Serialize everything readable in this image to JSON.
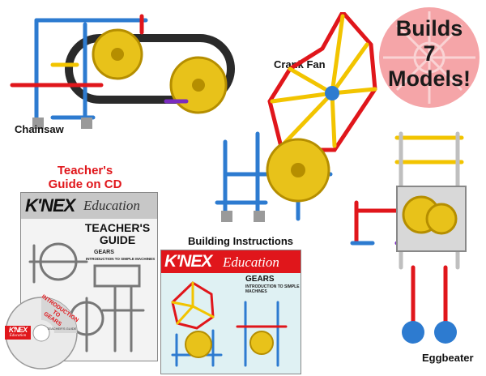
{
  "labels": {
    "chainsaw": "Chainsaw",
    "crank_fan": "Crank Fan",
    "eggbeater": "Eggbeater",
    "building_instructions": "Building Instructions",
    "teachers_guide_cd_line1": "Teacher's",
    "teachers_guide_cd_line2": "Guide on CD"
  },
  "badge": {
    "line1": "Builds",
    "line2": "7",
    "line3": "Models!"
  },
  "teacher_guide_booklet": {
    "brand": "K'NEX",
    "edu": "Education",
    "title_line1": "TEACHER'S",
    "title_line2": "GUIDE",
    "subject": "GEARS",
    "subtitle": "INTRODUCTION TO SIMPLE MACHINES"
  },
  "cd": {
    "title_line1": "INTRODUCTION TO",
    "title_line2": "GEARS",
    "sub": "TEACHER'S GUIDE",
    "brand": "K'NEX",
    "brand_sub": "Education"
  },
  "instructions_booklet": {
    "brand": "K'NEX",
    "edu": "Education",
    "subject": "GEARS",
    "subtitle_line1": "INTRODUCTION TO SIMPLE",
    "subtitle_line2": "MACHINES"
  },
  "colors": {
    "red": "#e0161b",
    "badge_pink": "#f5a5a8"
  }
}
